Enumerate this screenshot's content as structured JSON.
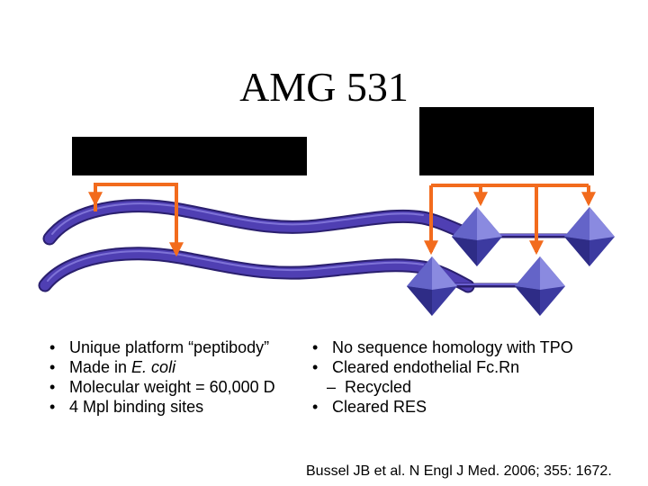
{
  "title": "AMG 531",
  "left_bullets": [
    {
      "bullet": "•",
      "text": "Unique platform “peptibody”"
    },
    {
      "bullet": "•",
      "prefix": "Made in ",
      "italic": "E. coli"
    },
    {
      "bullet": "•",
      "text": "Molecular weight = 60,000 D"
    },
    {
      "bullet": "•",
      "text": "4 Mpl binding sites"
    }
  ],
  "right_bullets": [
    {
      "bullet": "•",
      "text": "No sequence homology with TPO"
    },
    {
      "bullet": "•",
      "text": "Cleared endothelial Fc.Rn"
    },
    {
      "bullet": "–",
      "text": "Recycled"
    },
    {
      "bullet": "•",
      "text": "Cleared RES"
    }
  ],
  "citation": "Bussel JB et al. N Engl J Med. 2006; 355: 1672.",
  "colors": {
    "arrow": "#f26b1d",
    "strand": "#4f3fb3",
    "strand_dark": "#2a1f6e",
    "peptide_light": "#8a8ae0",
    "peptide_dark": "#3c3aa0",
    "redaction": "#000000"
  }
}
